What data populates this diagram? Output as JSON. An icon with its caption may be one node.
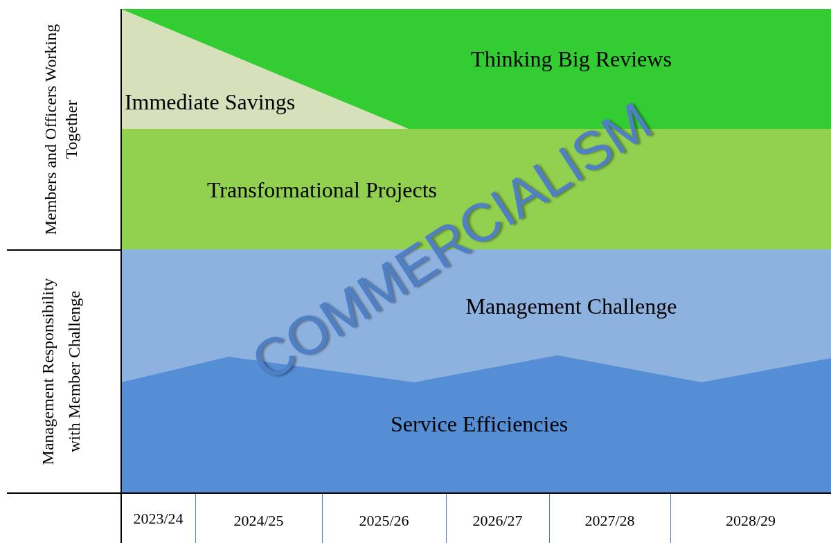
{
  "diagram": {
    "nodes": [
      {
        "text": [
          "Thinking Big Reviews"
        ]
      },
      {
        "text": [
          "Immediate Savings"
        ],
        "in": 0
      },
      {
        "text": [
          "Transformational Projects"
        ]
      },
      {
        "text": [
          "Management Challenge"
        ]
      },
      {
        "text": [
          "Service Efficiencies"
        ],
        "in": 3
      }
    ],
    "labels": [
      "Members and Officers Working Together",
      "Management Responsibility with Member Challenge",
      "COMMERCIALISM",
      "2023/24",
      "2024/25",
      "2025/26",
      "2026/27",
      "2027/28",
      "2028/29"
    ]
  }
}
